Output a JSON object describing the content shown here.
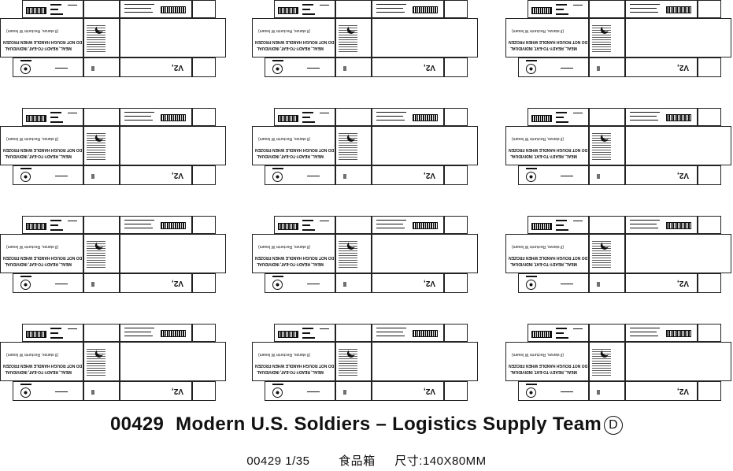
{
  "title": {
    "code": "00429",
    "name": "Modern U.S. Soldiers – Logistics Supply Team",
    "variant": "D"
  },
  "subtitle": {
    "code_scale": "00429 1/35",
    "item": "食品箱",
    "size": "尺寸:140X80MM"
  },
  "box_text": {
    "meal_line1": "MEAL, READY-TO-EAT, INDIVIDUAL",
    "meal_line2": "DO NOT ROUGH HANDLE WHEN FROZEN",
    "meal_line3": "(Il stanze, Recturrin W Iesam)",
    "v2": "V2,"
  },
  "boxes_per_row": 3,
  "rows": 4
}
